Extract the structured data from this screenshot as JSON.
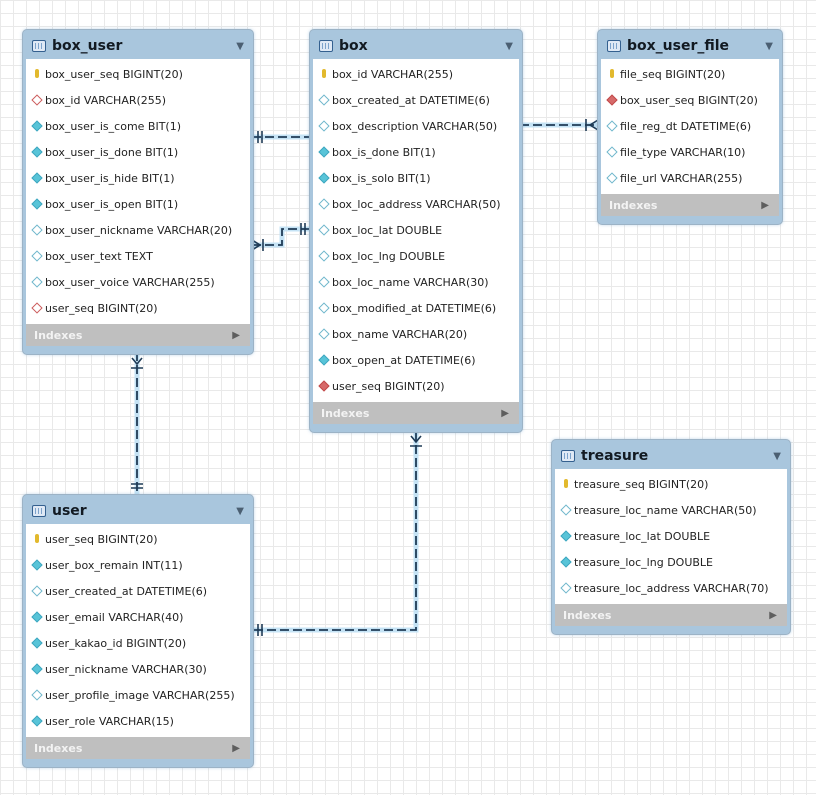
{
  "tables": [
    {
      "id": "box_user",
      "name": "box_user",
      "columns": [
        {
          "text": "box_user_seq BIGINT(20)",
          "kind": "pk"
        },
        {
          "text": "box_id VARCHAR(255)",
          "kind": "fk"
        },
        {
          "text": "box_user_is_come BIT(1)",
          "kind": "nn"
        },
        {
          "text": "box_user_is_done BIT(1)",
          "kind": "nn"
        },
        {
          "text": "box_user_is_hide BIT(1)",
          "kind": "nn"
        },
        {
          "text": "box_user_is_open BIT(1)",
          "kind": "nn"
        },
        {
          "text": "box_user_nickname VARCHAR(20)",
          "kind": "col"
        },
        {
          "text": "box_user_text TEXT",
          "kind": "col"
        },
        {
          "text": "box_user_voice VARCHAR(255)",
          "kind": "col"
        },
        {
          "text": "user_seq BIGINT(20)",
          "kind": "fk"
        }
      ],
      "indexes_label": "Indexes"
    },
    {
      "id": "box",
      "name": "box",
      "columns": [
        {
          "text": "box_id VARCHAR(255)",
          "kind": "pk"
        },
        {
          "text": "box_created_at DATETIME(6)",
          "kind": "col"
        },
        {
          "text": "box_description VARCHAR(50)",
          "kind": "col"
        },
        {
          "text": "box_is_done BIT(1)",
          "kind": "nn"
        },
        {
          "text": "box_is_solo BIT(1)",
          "kind": "nn"
        },
        {
          "text": "box_loc_address VARCHAR(50)",
          "kind": "col"
        },
        {
          "text": "box_loc_lat DOUBLE",
          "kind": "col"
        },
        {
          "text": "box_loc_lng DOUBLE",
          "kind": "col"
        },
        {
          "text": "box_loc_name VARCHAR(30)",
          "kind": "col"
        },
        {
          "text": "box_modified_at DATETIME(6)",
          "kind": "col"
        },
        {
          "text": "box_name VARCHAR(20)",
          "kind": "col"
        },
        {
          "text": "box_open_at DATETIME(6)",
          "kind": "nn"
        },
        {
          "text": "user_seq BIGINT(20)",
          "kind": "fknn"
        }
      ],
      "indexes_label": "Indexes"
    },
    {
      "id": "box_user_file",
      "name": "box_user_file",
      "columns": [
        {
          "text": "file_seq BIGINT(20)",
          "kind": "pk"
        },
        {
          "text": "box_user_seq BIGINT(20)",
          "kind": "fknn"
        },
        {
          "text": "file_reg_dt DATETIME(6)",
          "kind": "col"
        },
        {
          "text": "file_type VARCHAR(10)",
          "kind": "col"
        },
        {
          "text": "file_url VARCHAR(255)",
          "kind": "col"
        }
      ],
      "indexes_label": "Indexes"
    },
    {
      "id": "user",
      "name": "user",
      "columns": [
        {
          "text": "user_seq BIGINT(20)",
          "kind": "pk"
        },
        {
          "text": "user_box_remain INT(11)",
          "kind": "nn"
        },
        {
          "text": "user_created_at DATETIME(6)",
          "kind": "col"
        },
        {
          "text": "user_email VARCHAR(40)",
          "kind": "nn"
        },
        {
          "text": "user_kakao_id BIGINT(20)",
          "kind": "nn"
        },
        {
          "text": "user_nickname VARCHAR(30)",
          "kind": "nn"
        },
        {
          "text": "user_profile_image VARCHAR(255)",
          "kind": "col"
        },
        {
          "text": "user_role VARCHAR(15)",
          "kind": "nn"
        }
      ],
      "indexes_label": "Indexes"
    },
    {
      "id": "treasure",
      "name": "treasure",
      "columns": [
        {
          "text": "treasure_seq BIGINT(20)",
          "kind": "pk"
        },
        {
          "text": "treasure_loc_name VARCHAR(50)",
          "kind": "col"
        },
        {
          "text": "treasure_loc_lat DOUBLE",
          "kind": "nn"
        },
        {
          "text": "treasure_loc_lng DOUBLE",
          "kind": "nn"
        },
        {
          "text": "treasure_loc_address VARCHAR(70)",
          "kind": "col"
        }
      ],
      "indexes_label": "Indexes"
    }
  ],
  "colors": {
    "header": "#a9c6dd",
    "connector": "#1f3b56",
    "connector_glow": "#bfe0f4",
    "indexes_bar": "#bfbfbf"
  }
}
